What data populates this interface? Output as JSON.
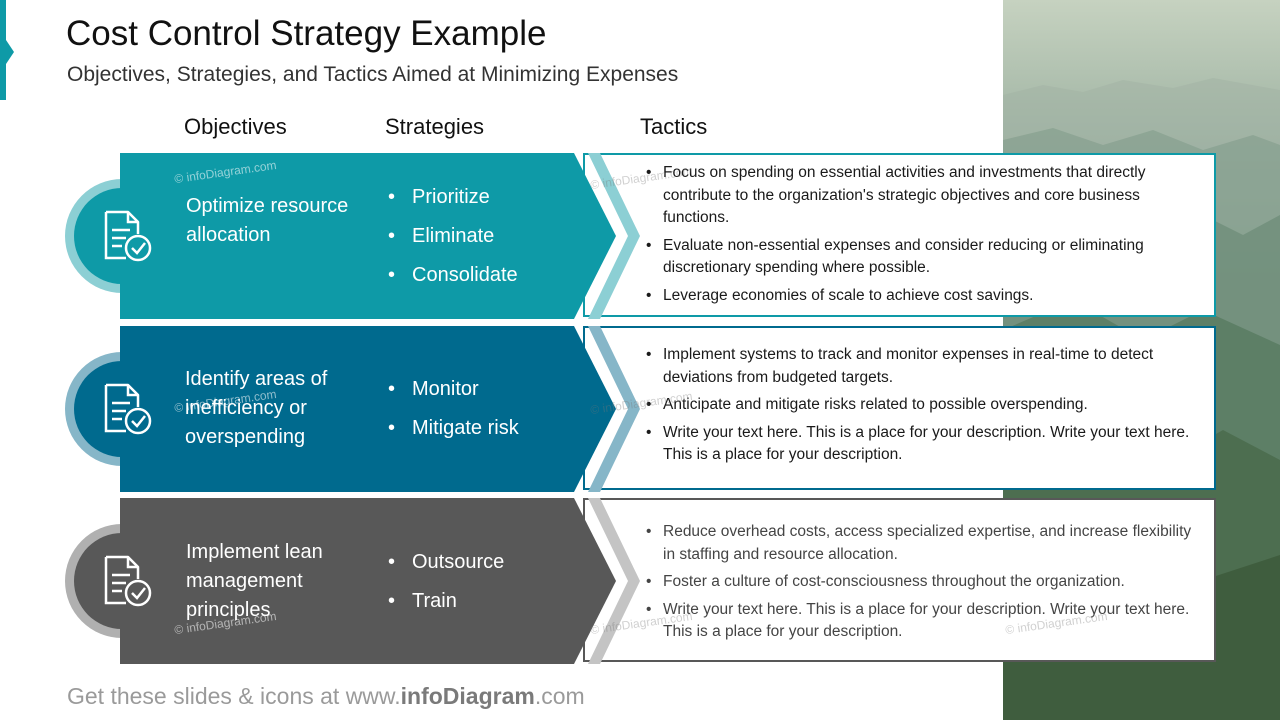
{
  "title": "Cost Control Strategy Example",
  "subtitle": "Objectives, Strategies, and Tactics Aimed at Minimizing Expenses",
  "columns": {
    "objectives": "Objectives",
    "strategies": "Strategies",
    "tactics": "Tactics"
  },
  "rows": [
    {
      "objective": "Optimize resource allocation",
      "strategies": [
        "Prioritize",
        "Eliminate",
        "Consolidate"
      ],
      "tactics": [
        "Focus on spending on essential activities and investments that directly contribute to the organization's strategic objectives and core business functions.",
        "Evaluate non-essential expenses and consider reducing or eliminating discretionary spending where possible.",
        "Leverage economies of scale to achieve cost savings."
      ],
      "color": "#0e9aa7",
      "ring_color": "#8ccfd4",
      "icon": "document-check-icon"
    },
    {
      "objective": "Identify areas of inefficiency or overspending",
      "strategies": [
        "Monitor",
        "Mitigate risk"
      ],
      "tactics": [
        "Implement systems to track and monitor expenses in real-time to detect deviations from budgeted targets.",
        "Anticipate and mitigate risks related to possible overspending.",
        "Write your text here. This is a place for your description. Write your text here. This is a place for your description."
      ],
      "color": "#006a8e",
      "ring_color": "#86b6c8",
      "icon": "document-check-icon"
    },
    {
      "objective": "Implement lean management principles",
      "strategies": [
        "Outsource",
        "Train"
      ],
      "tactics": [
        "Reduce overhead costs, access specialized expertise, and increase flexibility in staffing and resource allocation.",
        "Foster a culture of cost-consciousness throughout the organization.",
        "Write your text here. This is a place for your description. Write your text here. This is a place for your description."
      ],
      "color": "#585858",
      "ring_color": "#b0b0b0",
      "icon": "document-check-icon"
    }
  ],
  "watermark": "© infoDiagram.com",
  "footer": {
    "prefix": "Get these slides & icons at www.",
    "brand": "infoDiagram",
    "suffix": ".com"
  }
}
